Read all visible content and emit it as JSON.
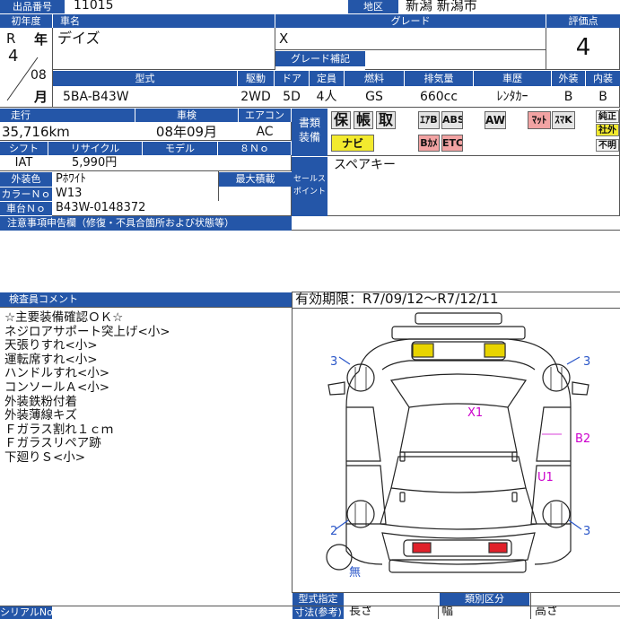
{
  "header": {
    "lot_label": "出品番号",
    "lot_no": "11015",
    "region_label": "地区",
    "region": "新潟 新潟市",
    "first_reg_label": "初年度",
    "car_name_label": "車名",
    "grade_label": "グレード",
    "score_label": "評価点",
    "grade_supplement_label": "グレード補記"
  },
  "vehicle": {
    "era": "R",
    "year_kanji": "年",
    "year": "4",
    "month": "08",
    "month_kanji": "月",
    "name": "デイズ",
    "grade": "X",
    "score": "4",
    "type_label": "型式",
    "type": "5BA-B43W",
    "drive_label": "駆動",
    "drive": "2WD",
    "doors_label": "ドア",
    "doors": "5D",
    "capacity_label": "定員",
    "capacity": "4人",
    "fuel_label": "燃料",
    "fuel": "GS",
    "displacement_label": "排気量",
    "displacement": "660cc",
    "history_label": "車歴",
    "history": "ﾚﾝﾀｶｰ",
    "exterior_label": "外装",
    "exterior": "B",
    "interior_label": "内装",
    "interior": "B"
  },
  "details": {
    "mileage_label": "走行",
    "mileage": "35,716km",
    "inspection_label": "車検",
    "inspection": "08年09月",
    "aircon_label": "エアコン",
    "aircon": "AC",
    "docs_label": "書類装備",
    "docs_badges": [
      "保",
      "帳",
      "取"
    ],
    "equip_badges": [
      "ｴｱB",
      "ABS",
      "AW",
      "ﾏｯﾄ",
      "ｽﾏK",
      "ナビ",
      "Bｶﾒ",
      "ETC"
    ],
    "genuine_badges": [
      "純正",
      "社外",
      "不明"
    ],
    "shift_label": "シフト",
    "shift": "IAT",
    "recycle_label": "リサイクル",
    "recycle": "5,990円",
    "model_label": "モデル",
    "eightno_label": "８Ｎｏ",
    "color_label": "外装色",
    "color": "Pﾎﾜｲﾄ",
    "max_load_label": "最大積載",
    "color_no_label": "カラーＮｏ",
    "color_no": "W13",
    "chassis_label": "車台Ｎｏ",
    "chassis": "B43W-0148372",
    "sales_point_label": "セールスポイント",
    "sales_point": "スペアキー",
    "notice_label": "注意事項申告欄（修復・不具合箇所および状態等）"
  },
  "inspector": {
    "label": "検査員コメント",
    "validity": "有効期限：R7/09/12～R7/12/11",
    "comments": [
      "☆主要装備確認ＯＫ☆",
      "ネジロアサポート突上げ<小>",
      "天張りすれ<小>",
      "運転席すれ<小>",
      "ハンドルすれ<小>",
      "コンソールＡ<小>",
      "外装鉄粉付着",
      "外装薄線キズ",
      "Ｆガラス割れ１ｃｍ",
      "Ｆガラスリペア跡",
      "下廻りＳ<小>"
    ]
  },
  "diagram": {
    "marks": {
      "x1": "X1",
      "b2": "B2",
      "u1": "U1",
      "tl": "3",
      "tr": "3",
      "bl": "2",
      "br": "3",
      "spare": "無"
    },
    "accent_yellow": "#e8d400",
    "accent_red": "#e0202a"
  },
  "footer": {
    "serial_label": "シリアルNo",
    "type_spec_label": "型式指定",
    "class_label": "類別区分",
    "dims_label": "寸法(参考)",
    "length_label": "長さ",
    "width_label": "幅",
    "height_label": "高さ"
  }
}
